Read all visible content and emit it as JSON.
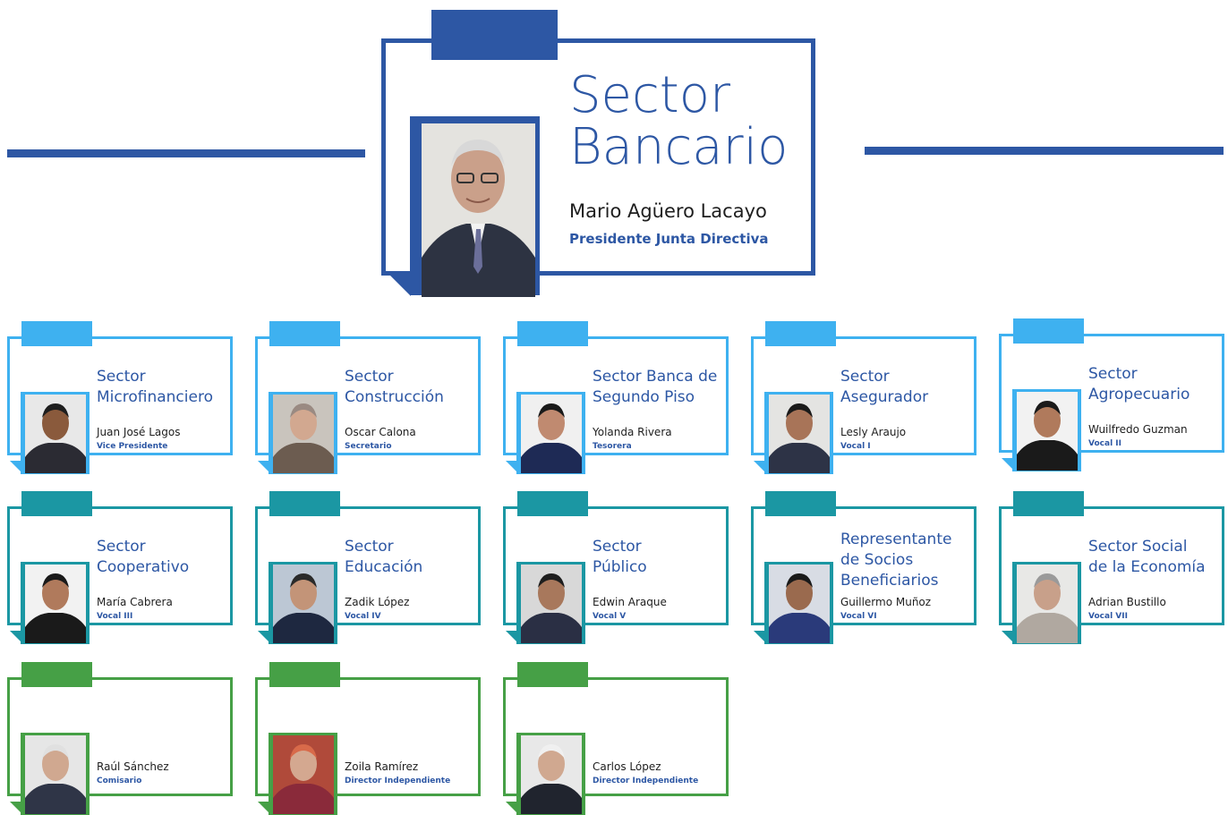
{
  "top": {
    "sector_line1": "Sector",
    "sector_line2": "Bancario",
    "name": "Mario Agüero  Lacayo",
    "role": "Presidente Junta Directiva",
    "color": "#2d57a4"
  },
  "colors": {
    "dark_blue": "#2d57a4",
    "light_blue": "#3eb1f0",
    "teal": "#1b97a3",
    "green": "#46a046"
  },
  "row1": [
    {
      "sector_a": "Sector",
      "sector_b": "Microfinanciero",
      "name": "Juan José Lagos",
      "role": "Vice Presidente"
    },
    {
      "sector_a": "Sector",
      "sector_b": "Construcción",
      "name": "Oscar Calona",
      "role": "Secretario"
    },
    {
      "sector_a": "Sector Banca de",
      "sector_b": "Segundo Piso",
      "name": "Yolanda Rivera",
      "role": "Tesorera"
    },
    {
      "sector_a": "Sector",
      "sector_b": "Asegurador",
      "name": "Lesly Araujo",
      "role": "Vocal I"
    },
    {
      "sector_a": "Sector",
      "sector_b": "Agropecuario",
      "name": "Wuilfredo Guzman",
      "role": "Vocal II"
    }
  ],
  "row2": [
    {
      "sector_a": "Sector",
      "sector_b": "Cooperativo",
      "sector_c": "",
      "name": "María Cabrera",
      "role": "Vocal III"
    },
    {
      "sector_a": "Sector",
      "sector_b": "Educación",
      "sector_c": "",
      "name": "Zadik López",
      "role": "Vocal IV"
    },
    {
      "sector_a": "Sector",
      "sector_b": "Público",
      "sector_c": "",
      "name": "Edwin Araque",
      "role": "Vocal V"
    },
    {
      "sector_a": "Representante",
      "sector_b": "de Socios",
      "sector_c": "Beneficiarios",
      "name": "Guillermo Muñoz",
      "role": "Vocal VI"
    },
    {
      "sector_a": "Sector Social",
      "sector_b": "de la Economía",
      "sector_c": "",
      "name": "Adrian Bustillo",
      "role": "Vocal VII"
    }
  ],
  "row3": [
    {
      "name": "Raúl Sánchez",
      "role": "Comisario"
    },
    {
      "name": "Zoila Ramírez",
      "role": "Director Independiente"
    },
    {
      "name": "Carlos López",
      "role": "Director Independiente"
    }
  ]
}
